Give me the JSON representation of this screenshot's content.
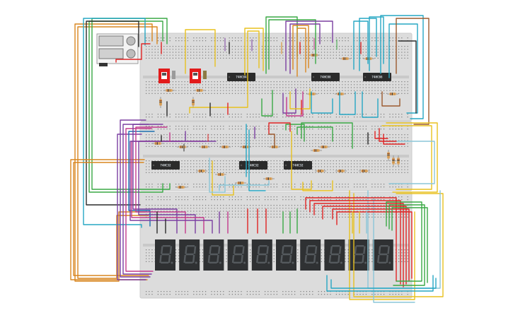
{
  "app": {
    "view": "breadboard-circuit-simulator"
  },
  "colors": {
    "canvas": "#ffffff",
    "breadboard": "#dcdcdc",
    "breadboard_edge": "#cdcdcd",
    "hole": "#7d7d7d",
    "chip": "#2b2b2b",
    "display_body": "#2f3133",
    "segment_off": "#555a5e",
    "dip_switch": "#e21b1b",
    "wire_palette": [
      "#d9861f",
      "#7b3fa1",
      "#3aa845",
      "#27a7c4",
      "#e8c11f",
      "#e02424",
      "#2c2c2c",
      "#8bc6d8",
      "#c43a8c",
      "#1c6fb0",
      "#9b5a2e"
    ]
  },
  "breadboards": [
    {
      "id": "top"
    },
    {
      "id": "middle"
    },
    {
      "id": "bottom"
    }
  ],
  "chips": [
    {
      "id": "u1",
      "label": "74HC04"
    },
    {
      "id": "u2",
      "label": "74HC08"
    },
    {
      "id": "u3",
      "label": "74HC08"
    },
    {
      "id": "u4",
      "label": "74HC32"
    },
    {
      "id": "u5",
      "label": "74HC32"
    },
    {
      "id": "u6",
      "label": "74HC32"
    }
  ],
  "seven_segment_displays": [
    {
      "id": "d1"
    },
    {
      "id": "d2"
    },
    {
      "id": "d3"
    },
    {
      "id": "d4"
    },
    {
      "id": "d5"
    },
    {
      "id": "d6"
    },
    {
      "id": "d7"
    },
    {
      "id": "d8"
    },
    {
      "id": "d9"
    },
    {
      "id": "d10"
    }
  ],
  "dip_switches": [
    {
      "id": "sw1"
    },
    {
      "id": "sw2"
    }
  ],
  "power_supply": {
    "id": "battery-pack"
  }
}
